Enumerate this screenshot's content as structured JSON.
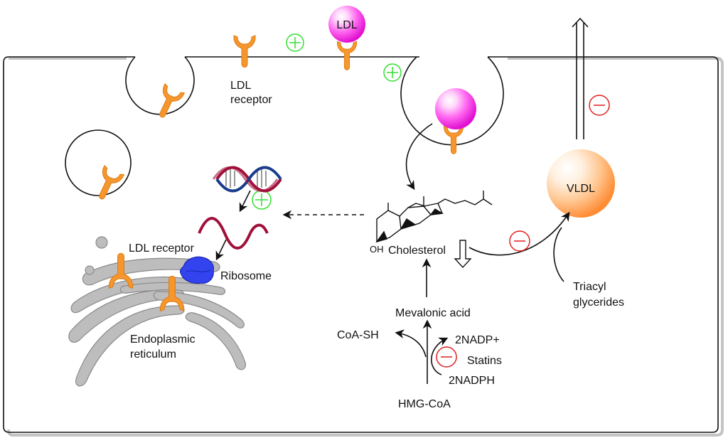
{
  "title": "LDL receptor and cholesterol metabolism",
  "colors": {
    "membrane": "#111111",
    "ldl": "#ff33ee",
    "receptor": "#f5962e",
    "vldl": "#ff9a4a",
    "ribosome": "#3344ee",
    "er": "#bdbdbd",
    "stimulate": "#33e033",
    "inhibit": "#e02020",
    "dna_strand_1": "#a0103a",
    "dna_strand_2": "#1a3c8c"
  },
  "labels": {
    "ldl_top": "LDL",
    "ldl_receptor_surface_line1": "LDL",
    "ldl_receptor_surface_line2": "receptor",
    "ldl_receptor_er": "LDL receptor",
    "ribosome": "Ribosome",
    "er_line1": "Endoplasmic",
    "er_line2": "reticulum",
    "vldl": "VLDL",
    "oh": "OH",
    "cholesterol": "Cholesterol",
    "mevalonic_acid": "Mevalonic acid",
    "coa_sh": "CoA-SH",
    "nadp": "2NADP+",
    "statins": "Statins",
    "nadph": "2NADPH",
    "hmg_coa": "HMG-CoA",
    "triacyl_line1": "Triacyl",
    "triacyl_line2": "glycerides"
  },
  "regulators": [
    {
      "id": "plus-surface-1",
      "sign": "+",
      "effect": "stimulate"
    },
    {
      "id": "plus-surface-2",
      "sign": "+",
      "effect": "stimulate"
    },
    {
      "id": "plus-transcription",
      "sign": "+",
      "effect": "stimulate"
    },
    {
      "id": "minus-vldl-secretion",
      "sign": "−",
      "effect": "inhibit"
    },
    {
      "id": "minus-vldl-assembly",
      "sign": "−",
      "effect": "inhibit"
    },
    {
      "id": "minus-statins",
      "sign": "−",
      "effect": "inhibit"
    }
  ]
}
